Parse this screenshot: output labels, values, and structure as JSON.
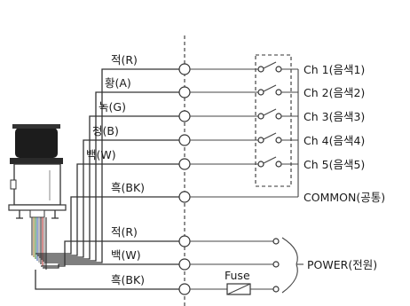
{
  "wires_top": [
    {
      "label": "적(R)"
    },
    {
      "label": "황(A)"
    },
    {
      "label": "녹(G)"
    },
    {
      "label": "청(B)"
    },
    {
      "label": "백(W)"
    },
    {
      "label": "흑(BK)"
    }
  ],
  "channels": [
    {
      "label": "Ch 1(음색1)"
    },
    {
      "label": "Ch 2(음색2)"
    },
    {
      "label": "Ch 3(음색3)"
    },
    {
      "label": "Ch 4(음색4)"
    },
    {
      "label": "Ch 5(음색5)"
    }
  ],
  "common_label": "COMMON(공통)",
  "wires_power": [
    {
      "label": "적(R)"
    },
    {
      "label": "백(W)"
    },
    {
      "label": "흑(BK)"
    }
  ],
  "power_label": "POWER(전원)",
  "fuse_label": "Fuse"
}
